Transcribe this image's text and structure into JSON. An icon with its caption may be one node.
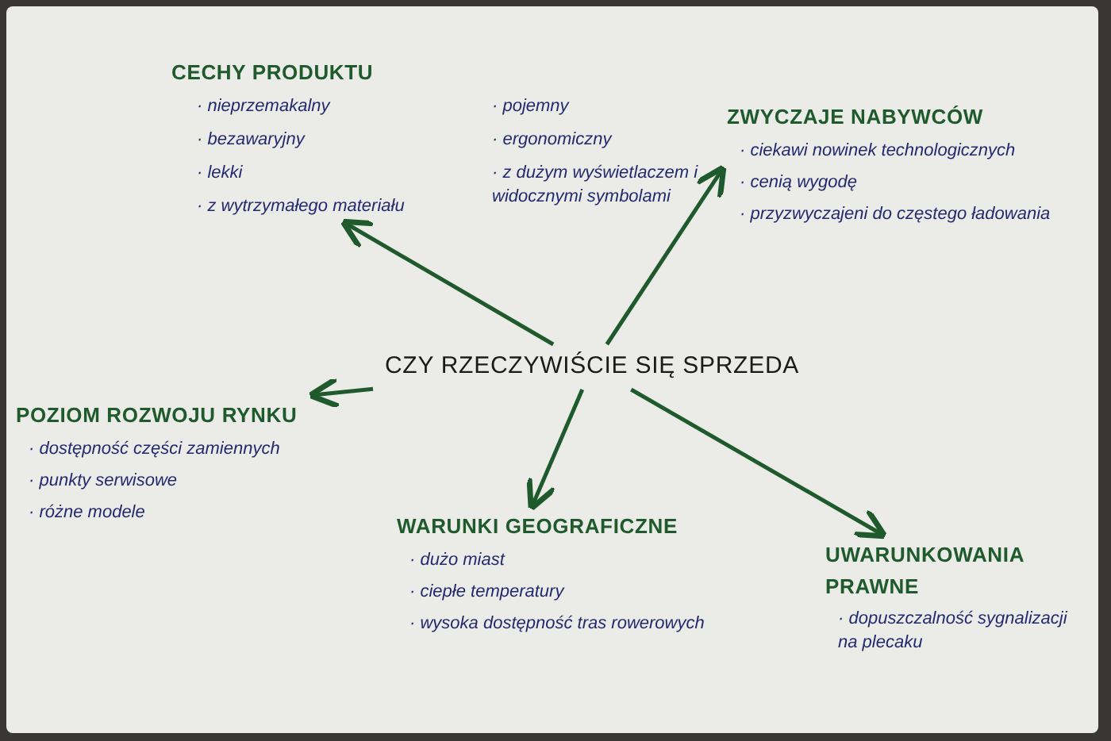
{
  "diagram": {
    "nodes": [
      {
        "text": [
          "CZY RZECZYWIŚCIE SIĘ SPRZEDA"
        ]
      },
      {
        "text": [
          "CECHY PRODUKTU",
          "· nieprzemakalny",
          "· bezawaryjny",
          "· lekki",
          "· z wytrzymałego materiału",
          "· pojemny",
          "· ergonomiczny",
          "· z dużym wyświetlaczem i widocznymi symbolami"
        ]
      },
      {
        "text": [
          "ZWYCZAJE NABYWCÓW",
          "· ciekawi nowinek technologicznych",
          "· cenią wygodę",
          "· przyzwyczajeni do częstego ładowania"
        ]
      },
      {
        "text": [
          "POZIOM ROZWOJU RYNKU",
          "· dostępność części zamiennych",
          "· punkty serwisowe",
          "· różne modele"
        ]
      },
      {
        "text": [
          "WARUNKI GEOGRAFICZNE",
          "· dużo miast",
          "· ciepłe temperatury",
          "· wysoka dostępność tras rowerowych"
        ]
      },
      {
        "text": [
          "UWARUNKOWANIA PRAWNE",
          "· dopuszczalność sygnalizacji na plecaku"
        ]
      }
    ],
    "edges": [
      {
        "from": 0,
        "to": 1,
        "arrow": "to"
      },
      {
        "from": 0,
        "to": 2,
        "arrow": "to"
      },
      {
        "from": 0,
        "to": 3,
        "arrow": "to"
      },
      {
        "from": 0,
        "to": 4,
        "arrow": "to"
      },
      {
        "from": 0,
        "to": 5,
        "arrow": "to"
      }
    ]
  }
}
